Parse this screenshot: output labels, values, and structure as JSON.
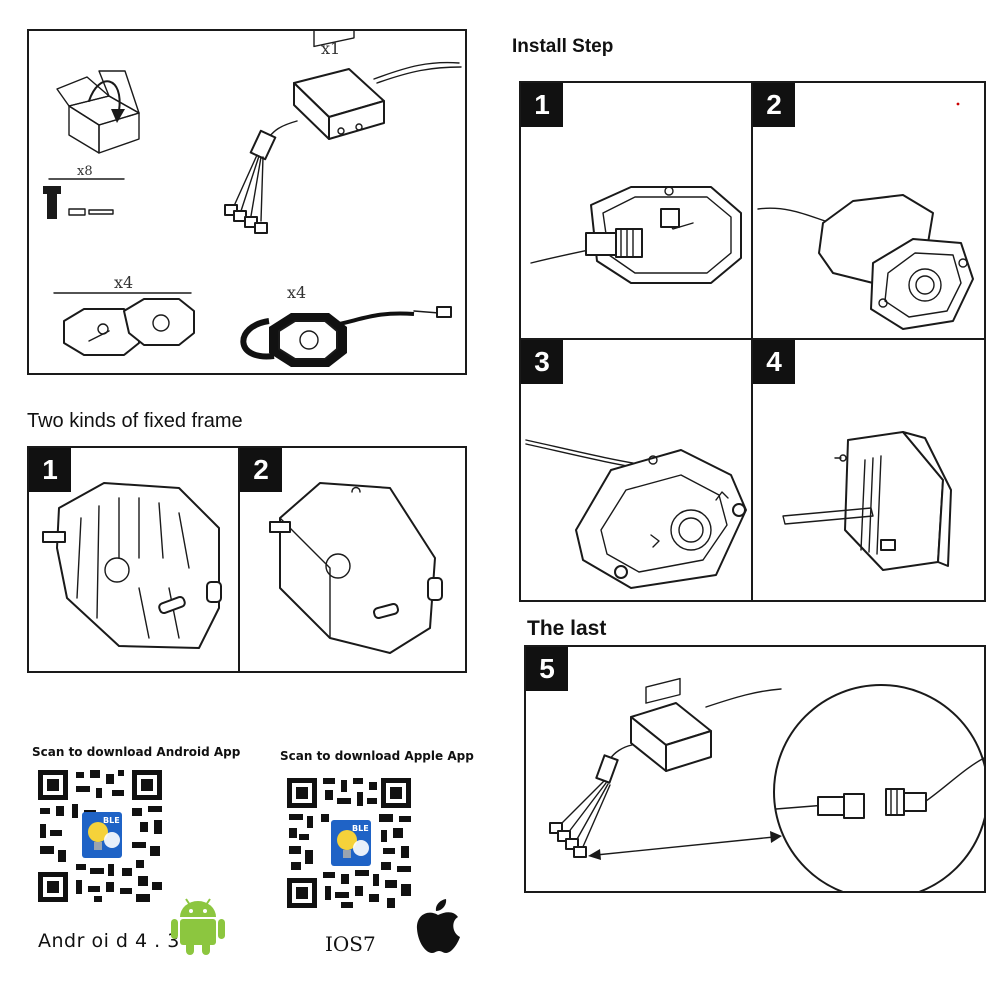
{
  "package": {
    "qty_control_box": "x1",
    "qty_screws": "x8",
    "qty_frames": "x4",
    "qty_lights": "x4"
  },
  "install": {
    "title": "Install Step",
    "steps": [
      "1",
      "2",
      "3",
      "4"
    ],
    "last_title": "The last",
    "last_step": "5"
  },
  "frames": {
    "title": "Two kinds of fixed frame",
    "kinds": [
      "1",
      "2"
    ]
  },
  "apps": {
    "android_caption": "Scan to download Android App",
    "apple_caption": "Scan to download Apple App",
    "android_version": "Andr oi d 4 . 3",
    "ios_version": "IOS7",
    "badge": "BLE"
  },
  "icons": {
    "android": "android-robot-icon",
    "apple": "apple-logo-icon",
    "box": "open-box-icon"
  },
  "colors": {
    "ink": "#1a1a1a",
    "android_green": "#8cc63f",
    "badge_blue": "#1f63c6",
    "bulb_yellow": "#f5d23a"
  }
}
